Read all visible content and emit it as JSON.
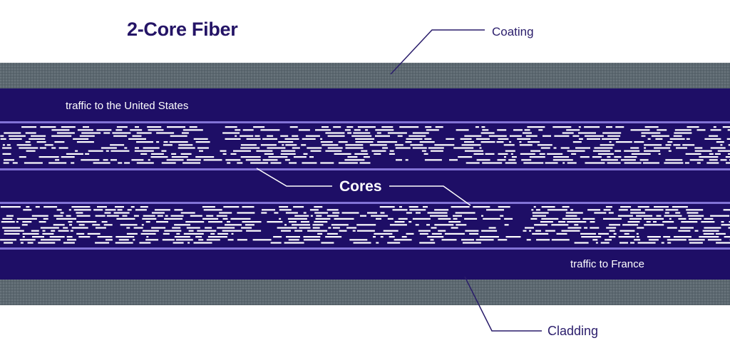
{
  "title": "2-Core Fiber",
  "labels": {
    "coating": "Coating",
    "cores": "Cores",
    "cladding": "Cladding",
    "traffic_top": "traffic to the United States",
    "traffic_bottom": "traffic to France"
  },
  "colors": {
    "coating": "#5c6870",
    "cladding": "#1e0e66",
    "core_line": "#8273d6",
    "title": "#241466",
    "label": "#2a1d6b",
    "pulse": "#ffffff"
  }
}
